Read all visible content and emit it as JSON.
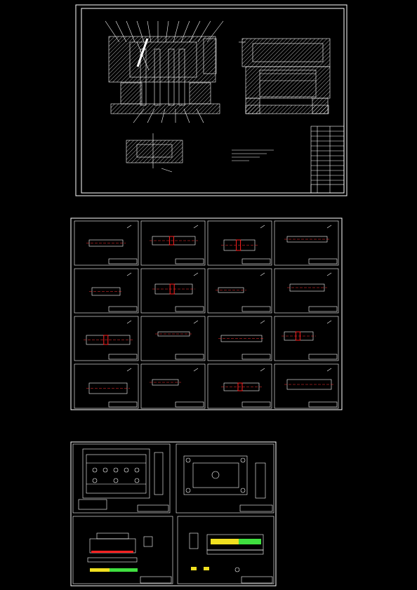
{
  "sheets": {
    "assembly": {
      "title": "mold-assembly-drawing"
    },
    "parts_grid": {
      "rows": 4,
      "cols": 4
    },
    "plates_grid": {
      "rows": 2,
      "cols": 2
    }
  },
  "colors": {
    "background": "#000000",
    "line": "#ffffff",
    "highlight_red": "#ff2020",
    "highlight_yellow": "#f0e020",
    "highlight_green": "#40e040"
  }
}
